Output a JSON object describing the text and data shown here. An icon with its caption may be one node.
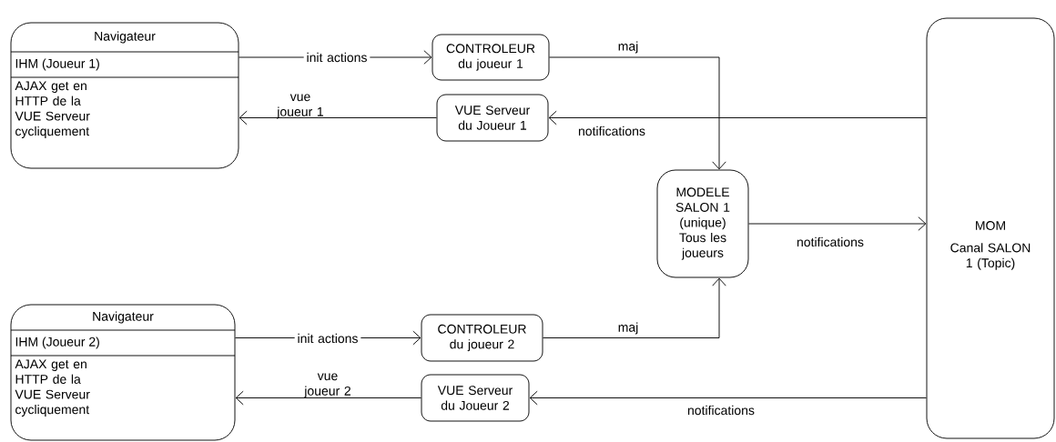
{
  "diagram": {
    "nodes": [
      {
        "text": [
          "Navigateur",
          "IHM (Joueur 1)",
          "AJAX get en HTTP de la VUE Serveur cycliquement"
        ]
      },
      {
        "text": [
          "CONTROLEUR du joueur 1"
        ]
      },
      {
        "text": [
          "VUE Serveur du Joueur 1"
        ]
      },
      {
        "text": [
          "MODELE SALON 1 (unique) Tous les joueurs"
        ]
      },
      {
        "text": [
          "MOM",
          "Canal SALON 1 (Topic)"
        ]
      },
      {
        "text": [
          "Navigateur",
          "IHM (Joueur 2)",
          "AJAX get en HTTP de la VUE Serveur cycliquement"
        ]
      },
      {
        "text": [
          "CONTROLEUR du joueur 2"
        ]
      },
      {
        "text": [
          "VUE Serveur du Joueur 2"
        ]
      }
    ],
    "edges": [
      {
        "from": 0,
        "to": 1,
        "arrow": "to",
        "label": "init actions"
      },
      {
        "from": 2,
        "to": 0,
        "arrow": "to",
        "label": "vue joueur 1"
      },
      {
        "from": 1,
        "to": 3,
        "arrow": "to",
        "label": "maj"
      },
      {
        "from": 4,
        "to": 2,
        "arrow": "to",
        "label": "notifications"
      },
      {
        "from": 3,
        "to": 4,
        "arrow": "to",
        "label": "notifications"
      },
      {
        "from": 5,
        "to": 6,
        "arrow": "to",
        "label": "init actions"
      },
      {
        "from": 6,
        "to": 3,
        "arrow": "to",
        "label": "maj"
      },
      {
        "from": 4,
        "to": 7,
        "arrow": "to",
        "label": "notifications"
      },
      {
        "from": 7,
        "to": 5,
        "arrow": "to",
        "label": "vue joueur 2"
      }
    ]
  }
}
